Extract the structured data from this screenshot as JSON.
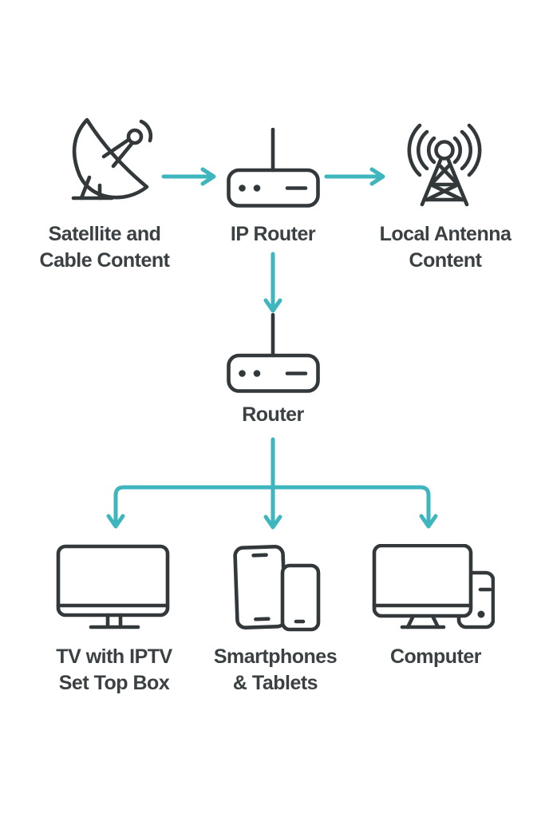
{
  "colors": {
    "background": "#ffffff",
    "accent_arrow": "#3fb6bd",
    "icon_stroke": "#33383b",
    "label_text": "#3b4043"
  },
  "nodes": {
    "satellite": {
      "label": "Satellite and\nCable Content",
      "icon": "satellite-dish-icon"
    },
    "ip_router": {
      "label": "IP Router",
      "icon": "router-icon"
    },
    "antenna": {
      "label": "Local Antenna\nContent",
      "icon": "antenna-tower-icon"
    },
    "router": {
      "label": "Router",
      "icon": "router-icon"
    },
    "tv": {
      "label": "TV with IPTV\nSet Top Box",
      "icon": "tv-monitor-icon"
    },
    "devices": {
      "label": "Smartphones\n& Tablets",
      "icon": "smartphones-tablets-icon"
    },
    "computer": {
      "label": "Computer",
      "icon": "desktop-computer-icon"
    }
  },
  "connections": [
    {
      "from": "satellite",
      "to": "ip_router",
      "direction": "right"
    },
    {
      "from": "ip_router",
      "to": "antenna",
      "direction": "right"
    },
    {
      "from": "ip_router",
      "to": "router",
      "direction": "down"
    },
    {
      "from": "router",
      "to": "tv",
      "direction": "down"
    },
    {
      "from": "router",
      "to": "devices",
      "direction": "down"
    },
    {
      "from": "router",
      "to": "computer",
      "direction": "down"
    }
  ]
}
